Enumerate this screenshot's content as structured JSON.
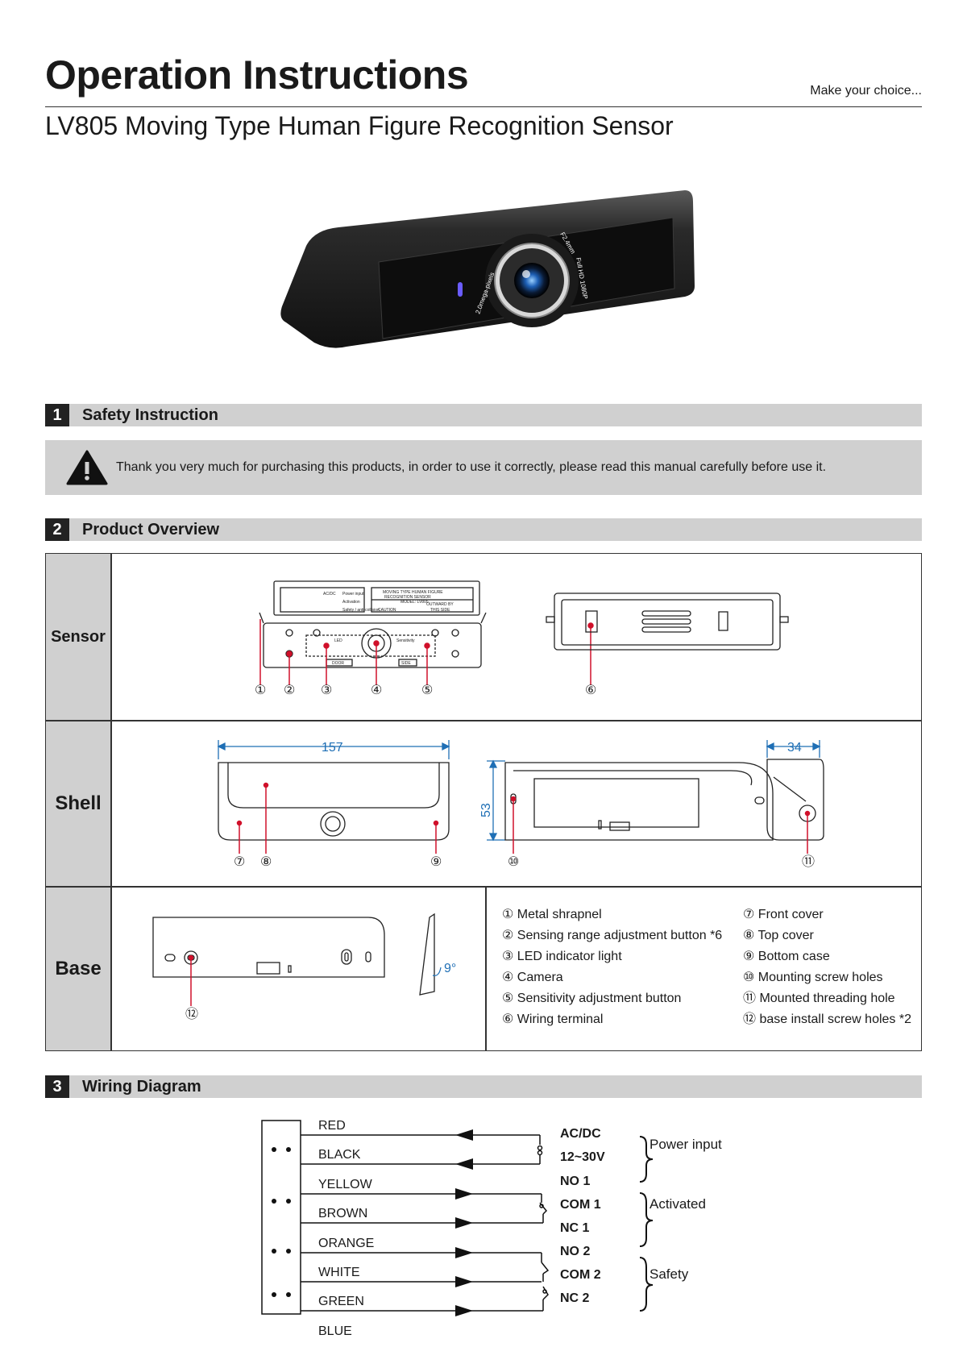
{
  "header": {
    "title": "Operation Instructions",
    "tagline": "Make your choice...",
    "subtitle": "LV805 Moving Type Human Figure Recognition Sensor"
  },
  "device_image": {
    "lens_text_left": "2.0mega-pixels",
    "lens_text_top": "F2.4mm",
    "lens_text_right": "Full HD 1080P"
  },
  "sections": [
    {
      "number": "1",
      "title": "Safety Instruction"
    },
    {
      "number": "2",
      "title": "Product Overview"
    },
    {
      "number": "3",
      "title": "Wiring Diagram"
    }
  ],
  "safety": {
    "text": "Thank you very much for purchasing this products, in order to use it correctly, please read this manual carefully before use it."
  },
  "overview": {
    "rows": [
      "Sensor",
      "Shell",
      "Base"
    ],
    "sensor_label_texts": {
      "power": "Power input",
      "acdc": "AC/DC",
      "activation": "Activation",
      "safety": "Safety / anti-collision",
      "moving": "MOVING TYPE HUMAN FIGURE",
      "recognition": "RECOGNITION SENSOR",
      "model": "MODEL: LV805",
      "caution": "CAUTION",
      "outward": "OUTWARD BY",
      "this_side": "THIS SIDE",
      "led": "LED",
      "sensitivity": "Sensitivity",
      "door": "DOOR",
      "side": "SIDE"
    },
    "dimensions": {
      "width": "157",
      "height": "53",
      "depth": "34",
      "angle": "9°"
    },
    "callouts": [
      "①",
      "②",
      "③",
      "④",
      "⑤",
      "⑥",
      "⑦",
      "⑧",
      "⑨",
      "⑩",
      "⑪",
      "⑫"
    ],
    "parts_left": [
      "① Metal shrapnel",
      "② Sensing range adjustment button *6",
      "③ LED indicator light",
      "④ Camera",
      "⑤ Sensitivity adjustment button",
      "⑥ Wiring terminal"
    ],
    "parts_right": [
      "⑦ Front cover",
      "⑧ Top cover",
      "⑨ Bottom case",
      "⑩ Mounting screw holes",
      "⑪ Mounted threading hole",
      "⑫ base install screw holes *2"
    ]
  },
  "wiring": {
    "wires": [
      "RED",
      "BLACK",
      "YELLOW",
      "BROWN",
      "ORANGE",
      "WHITE",
      "GREEN",
      "BLUE"
    ],
    "terminals": [
      "AC/DC",
      "12~30V",
      "NO 1",
      "COM 1",
      "NC 1",
      "NO 2",
      "COM 2",
      "NC 2"
    ],
    "groups": [
      "Power input",
      "Activated",
      "Safety"
    ]
  }
}
